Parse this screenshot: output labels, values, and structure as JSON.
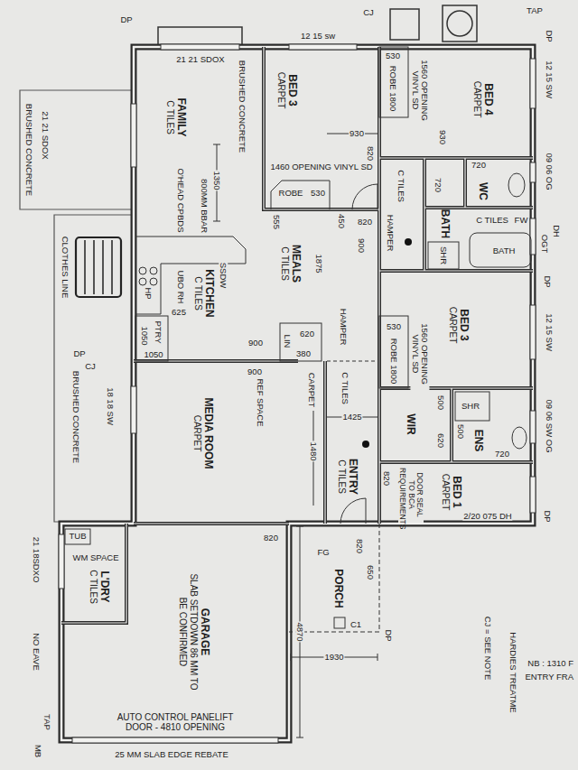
{
  "diagram": {
    "nodes": [
      {
        "text": [
          "FAMILY",
          "C TILES"
        ]
      },
      {
        "text": [
          "BED 3",
          "CARPET"
        ]
      },
      {
        "text": [
          "BED 4",
          "CARPET"
        ]
      },
      {
        "text": [
          "WC"
        ]
      },
      {
        "text": [
          "BATH"
        ]
      },
      {
        "text": [
          "KITCHEN",
          "C TILES"
        ]
      },
      {
        "text": [
          "MEALS",
          "C TILES"
        ]
      },
      {
        "text": [
          "BED 3",
          "CARPET"
        ]
      },
      {
        "text": [
          "WIR"
        ]
      },
      {
        "text": [
          "ENS"
        ]
      },
      {
        "text": [
          "MEDIA ROOM",
          "CARPET"
        ]
      },
      {
        "text": [
          "ENTRY",
          "C TILES"
        ]
      },
      {
        "text": [
          "BED 1",
          "CARPET"
        ]
      },
      {
        "text": [
          "L'DRY",
          "C TILES"
        ]
      },
      {
        "text": [
          "GARAGE",
          "SLAB SETDOWN 86 MM TO BE CONFIRMED"
        ]
      },
      {
        "text": [
          "PORCH"
        ]
      }
    ],
    "labels": [
      "DP",
      "12 15 sw",
      "CJ",
      "TAP",
      "DP",
      "12 15 SW",
      "09 06 OG",
      "DH",
      "OGT",
      "DP",
      "12 15 SW",
      "09 06 SW OG",
      "DP",
      "21 21 SDOX",
      "BRUSHED CONCRETE",
      "21 21 SDOX",
      "BRUSHED CONCRETE",
      "1350",
      "800MM BBAR",
      "O'HEAD CPBDS",
      "HP",
      "UBO RH",
      "SSDW",
      "625",
      "1050",
      "PTRY",
      "1050",
      "555",
      "1875",
      "1460 OPENING VINYL SD",
      "ROBE",
      "530",
      "450",
      "820",
      "900",
      "930",
      "820",
      "530",
      "ROBE 1800",
      "1560 OPENING VINYL SD",
      "930",
      "720",
      "C TILES",
      "720",
      "HAMPER",
      "C TILES",
      "FW",
      "SHR",
      "BATH",
      "HAMPER",
      "LIN",
      "620",
      "380",
      "900",
      "900",
      "REF SPACE",
      "CARPET",
      "C TILES",
      "530",
      "ROBE 1800",
      "1560 OPENING VINYL SD",
      "1425",
      "500",
      "620",
      "SHR",
      "500",
      "720",
      "820",
      "DOOR SEAL TO BCA REQUIREMENTS",
      "2/20 075 DH",
      "1480",
      "820",
      "FG",
      "820",
      "650",
      "C1",
      "1930",
      "4870",
      "TUB",
      "WM SPACE",
      "AUTO CONTROL PANELIFT DOOR - 4810 OPENING",
      "25 MM SLAB EDGE REBATE",
      "DP",
      "CJ",
      "18 18 SW",
      "BRUSHED CONCRETE",
      "CLOTHES LINE",
      "21 18SDXO",
      "NO EAVE",
      "TAP",
      "MB",
      "DP",
      "CJ = SEE NOTE",
      "HARDIES TREATME",
      "NB : 1310 F",
      "ENTRY FRA"
    ]
  }
}
